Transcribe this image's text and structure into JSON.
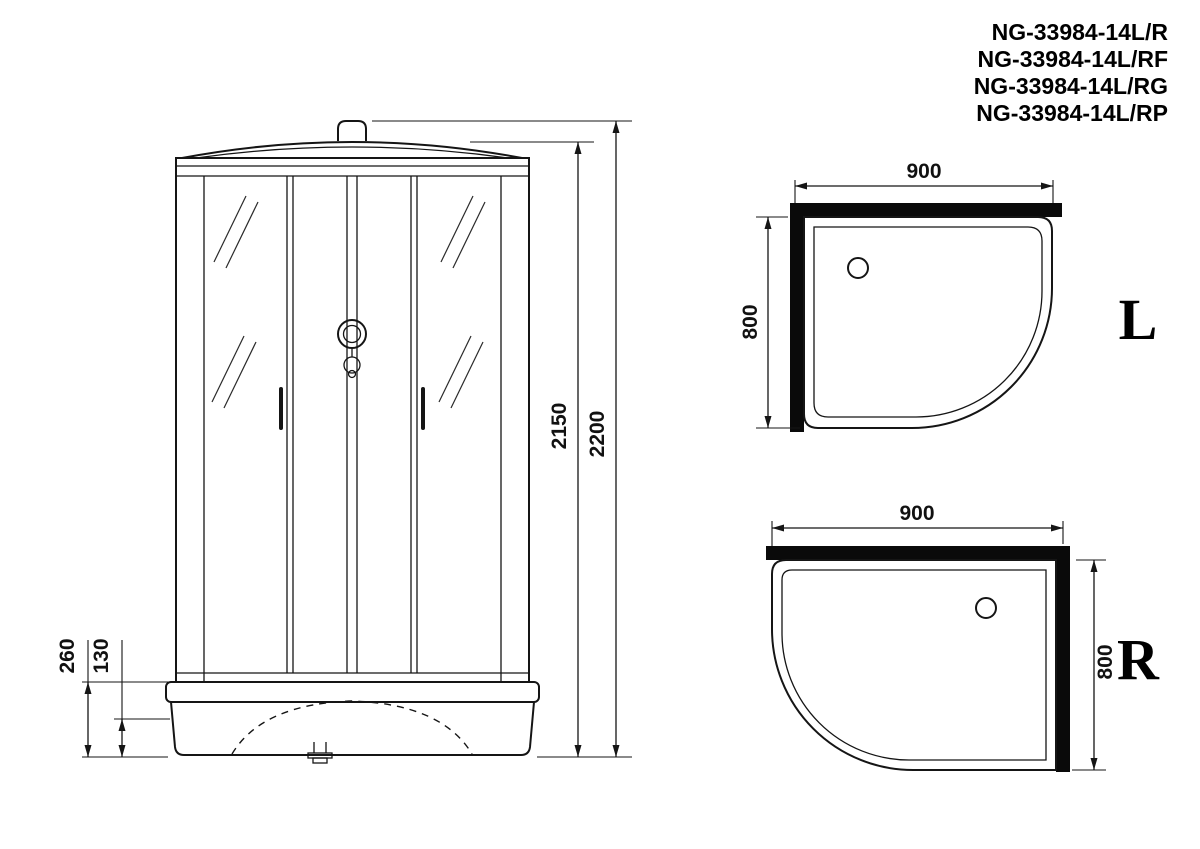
{
  "models": [
    "NG-33984-14L/R",
    "NG-33984-14L/RF",
    "NG-33984-14L/RG",
    "NG-33984-14L/RP"
  ],
  "front_view": {
    "inner_height": "2150",
    "total_height": "2200",
    "base_height": "260",
    "tray_height": "130"
  },
  "plan_views": {
    "left": {
      "label": "L",
      "width": "900",
      "depth": "800"
    },
    "right": {
      "label": "R",
      "width": "900",
      "depth": "800"
    }
  }
}
